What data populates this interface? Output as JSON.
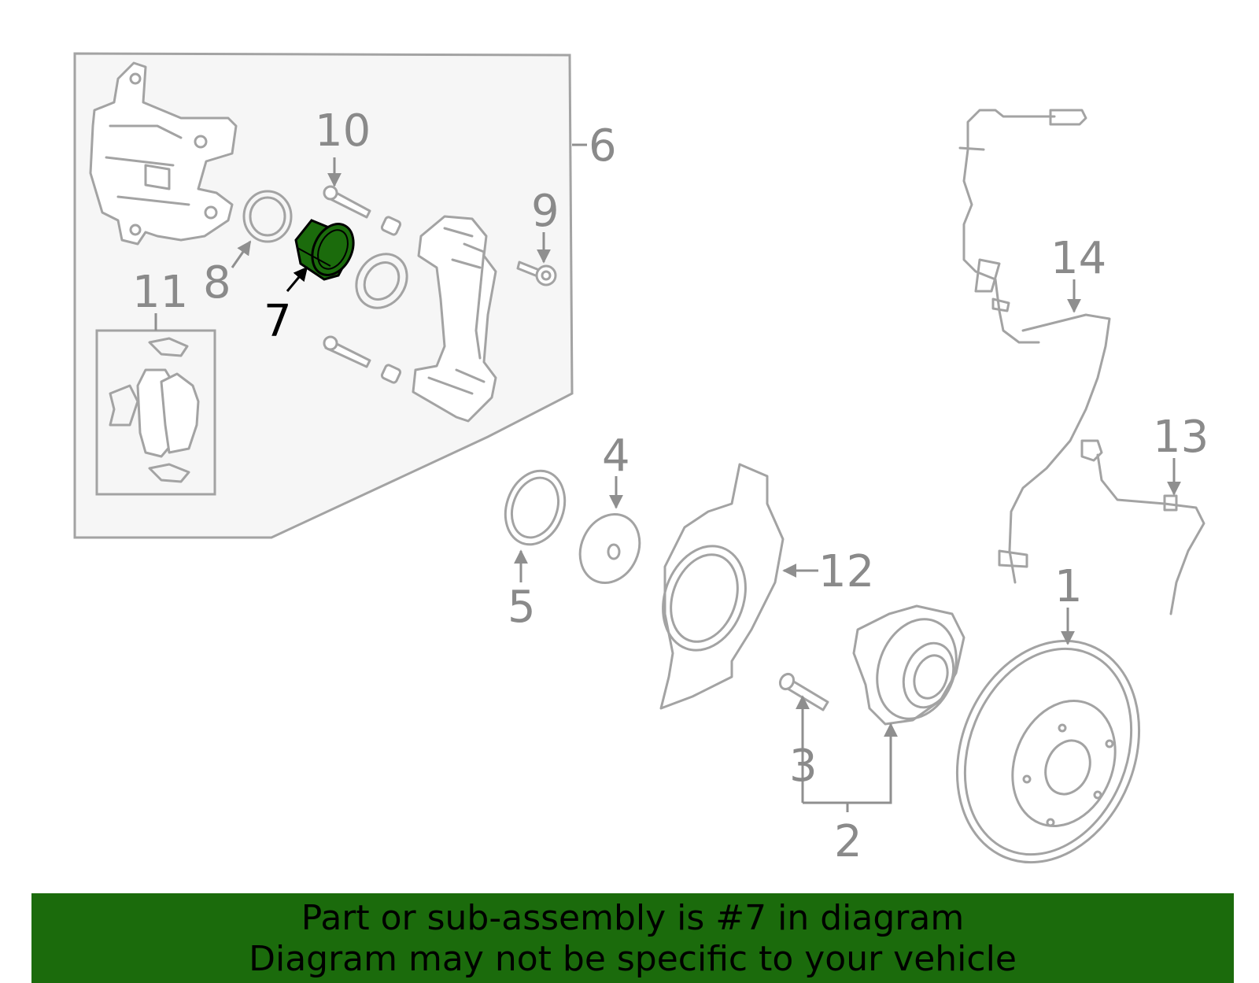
{
  "highlight_color": "#1b6b0c",
  "highlight_part": "7",
  "callouts": [
    {
      "id": "1",
      "label": "1"
    },
    {
      "id": "2",
      "label": "2"
    },
    {
      "id": "3",
      "label": "3"
    },
    {
      "id": "4",
      "label": "4"
    },
    {
      "id": "5",
      "label": "5"
    },
    {
      "id": "6",
      "label": "6"
    },
    {
      "id": "7",
      "label": "7"
    },
    {
      "id": "8",
      "label": "8"
    },
    {
      "id": "9",
      "label": "9"
    },
    {
      "id": "10",
      "label": "10"
    },
    {
      "id": "11",
      "label": "11"
    },
    {
      "id": "12",
      "label": "12"
    },
    {
      "id": "13",
      "label": "13"
    },
    {
      "id": "14",
      "label": "14"
    }
  ],
  "caption": {
    "line1": "Part or sub-assembly is #7 in diagram",
    "line2": "Diagram may not be specific to your vehicle"
  }
}
